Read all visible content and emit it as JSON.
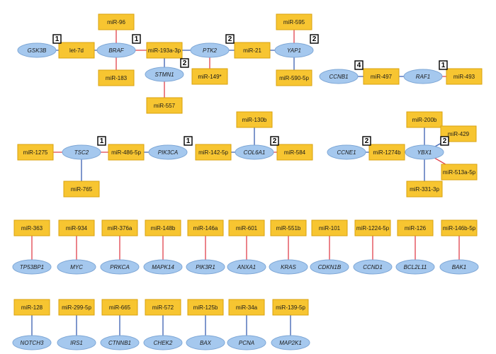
{
  "colors": {
    "mirna_fill": "#f7c531",
    "gene_fill": "#a5c8ee",
    "edge_red": "#e0404a",
    "edge_blue": "#3a5fb0"
  },
  "nodes": [
    {
      "id": "GSK3B",
      "kind": "gene",
      "label": "GSK3B"
    },
    {
      "id": "let-7d",
      "kind": "mirna",
      "label": "let-7d"
    },
    {
      "id": "BRAF",
      "kind": "gene",
      "label": "BRAF"
    },
    {
      "id": "miR-96",
      "kind": "mirna",
      "label": "miR-96"
    },
    {
      "id": "miR-183",
      "kind": "mirna",
      "label": "miR-183"
    },
    {
      "id": "miR-193a-3p",
      "kind": "mirna",
      "label": "miR-193a-3p"
    },
    {
      "id": "STMN1",
      "kind": "gene",
      "label": "STMN1"
    },
    {
      "id": "miR-557",
      "kind": "mirna",
      "label": "miR-557"
    },
    {
      "id": "PTK2",
      "kind": "gene",
      "label": "PTK2"
    },
    {
      "id": "miR-149*",
      "kind": "mirna",
      "label": "miR-149*"
    },
    {
      "id": "miR-21",
      "kind": "mirna",
      "label": "miR-21"
    },
    {
      "id": "YAP1",
      "kind": "gene",
      "label": "YAP1"
    },
    {
      "id": "miR-595",
      "kind": "mirna",
      "label": "miR-595"
    },
    {
      "id": "miR-590-5p",
      "kind": "mirna",
      "label": "miR-590-5p"
    },
    {
      "id": "CCNB1",
      "kind": "gene",
      "label": "CCNB1"
    },
    {
      "id": "miR-497",
      "kind": "mirna",
      "label": "miR-497"
    },
    {
      "id": "RAF1",
      "kind": "gene",
      "label": "RAF1"
    },
    {
      "id": "miR-493",
      "kind": "mirna",
      "label": "miR-493"
    },
    {
      "id": "miR-1275",
      "kind": "mirna",
      "label": "miR-1275"
    },
    {
      "id": "TSC2",
      "kind": "gene",
      "label": "TSC2"
    },
    {
      "id": "miR-486-5p",
      "kind": "mirna",
      "label": "miR-486-5p"
    },
    {
      "id": "PIK3CA",
      "kind": "gene",
      "label": "PIK3CA"
    },
    {
      "id": "miR-765",
      "kind": "mirna",
      "label": "miR-765"
    },
    {
      "id": "miR-130b",
      "kind": "mirna",
      "label": "miR-130b"
    },
    {
      "id": "miR-142-5p",
      "kind": "mirna",
      "label": "miR-142-5p"
    },
    {
      "id": "COL6A1",
      "kind": "gene",
      "label": "COL6A1"
    },
    {
      "id": "miR-584",
      "kind": "mirna",
      "label": "miR-584"
    },
    {
      "id": "miR-200b",
      "kind": "mirna",
      "label": "miR-200b"
    },
    {
      "id": "CCNE1",
      "kind": "gene",
      "label": "CCNE1"
    },
    {
      "id": "miR-1274b",
      "kind": "mirna",
      "label": "miR-1274b"
    },
    {
      "id": "YBX1",
      "kind": "gene",
      "label": "YBX1"
    },
    {
      "id": "miR-429",
      "kind": "mirna",
      "label": "miR-429"
    },
    {
      "id": "miR-513a-5p",
      "kind": "mirna",
      "label": "miR-513a-5p"
    },
    {
      "id": "miR-331-3p",
      "kind": "mirna",
      "label": "miR-331-3p"
    },
    {
      "id": "miR-363",
      "kind": "mirna",
      "label": "miR-363"
    },
    {
      "id": "TP53BP1",
      "kind": "gene",
      "label": "TP53BP1"
    },
    {
      "id": "miR-934",
      "kind": "mirna",
      "label": "miR-934"
    },
    {
      "id": "MYC",
      "kind": "gene",
      "label": "MYC"
    },
    {
      "id": "miR-376a",
      "kind": "mirna",
      "label": "miR-376a"
    },
    {
      "id": "PRKCA",
      "kind": "gene",
      "label": "PRKCA"
    },
    {
      "id": "miR-148b",
      "kind": "mirna",
      "label": "miR-148b"
    },
    {
      "id": "MAPK14",
      "kind": "gene",
      "label": "MAPK14"
    },
    {
      "id": "miR-146a",
      "kind": "mirna",
      "label": "miR-146a"
    },
    {
      "id": "PIK3R1",
      "kind": "gene",
      "label": "PIK3R1"
    },
    {
      "id": "miR-601",
      "kind": "mirna",
      "label": "miR-601"
    },
    {
      "id": "ANXA1",
      "kind": "gene",
      "label": "ANXA1"
    },
    {
      "id": "miR-551b",
      "kind": "mirna",
      "label": "miR-551b"
    },
    {
      "id": "KRAS",
      "kind": "gene",
      "label": "KRAS"
    },
    {
      "id": "miR-101",
      "kind": "mirna",
      "label": "miR-101"
    },
    {
      "id": "CDKN1B",
      "kind": "gene",
      "label": "CDKN1B"
    },
    {
      "id": "miR-1224-5p",
      "kind": "mirna",
      "label": "miR-1224-5p"
    },
    {
      "id": "CCND1",
      "kind": "gene",
      "label": "CCND1"
    },
    {
      "id": "miR-126",
      "kind": "mirna",
      "label": "miR-126"
    },
    {
      "id": "BCL2L11",
      "kind": "gene",
      "label": "BCL2L11"
    },
    {
      "id": "miR-146b-5p",
      "kind": "mirna",
      "label": "miR-146b-5p"
    },
    {
      "id": "BAK1",
      "kind": "gene",
      "label": "BAK1"
    },
    {
      "id": "miR-128",
      "kind": "mirna",
      "label": "miR-128"
    },
    {
      "id": "NOTCH3",
      "kind": "gene",
      "label": "NOTCH3"
    },
    {
      "id": "miR-299-5p",
      "kind": "mirna",
      "label": "miR-299-5p"
    },
    {
      "id": "IRS1",
      "kind": "gene",
      "label": "IRS1"
    },
    {
      "id": "miR-665",
      "kind": "mirna",
      "label": "miR-665"
    },
    {
      "id": "CTNNB1",
      "kind": "gene",
      "label": "CTNNB1"
    },
    {
      "id": "miR-572",
      "kind": "mirna",
      "label": "miR-572"
    },
    {
      "id": "CHEK2",
      "kind": "gene",
      "label": "CHEK2"
    },
    {
      "id": "miR-125b",
      "kind": "mirna",
      "label": "miR-125b"
    },
    {
      "id": "BAX",
      "kind": "gene",
      "label": "BAX"
    },
    {
      "id": "miR-34a",
      "kind": "mirna",
      "label": "miR-34a"
    },
    {
      "id": "PCNA",
      "kind": "gene",
      "label": "PCNA"
    },
    {
      "id": "miR-139-5p",
      "kind": "mirna",
      "label": "miR-139-5p"
    },
    {
      "id": "MAP2K1",
      "kind": "gene",
      "label": "MAP2K1"
    }
  ],
  "edges": [
    {
      "source": "GSK3B",
      "target": "let-7d",
      "color": "blue"
    },
    {
      "source": "let-7d",
      "target": "BRAF",
      "color": "blue"
    },
    {
      "source": "miR-96",
      "target": "BRAF",
      "color": "red"
    },
    {
      "source": "BRAF",
      "target": "miR-183",
      "color": "red"
    },
    {
      "source": "BRAF",
      "target": "miR-193a-3p",
      "color": "red"
    },
    {
      "source": "miR-193a-3p",
      "target": "STMN1",
      "color": "blue"
    },
    {
      "source": "miR-193a-3p",
      "target": "PTK2",
      "color": "blue"
    },
    {
      "source": "STMN1",
      "target": "miR-557",
      "color": "red"
    },
    {
      "source": "PTK2",
      "target": "miR-149*",
      "color": "red"
    },
    {
      "source": "PTK2",
      "target": "miR-21",
      "color": "blue"
    },
    {
      "source": "miR-21",
      "target": "YAP1",
      "color": "blue"
    },
    {
      "source": "miR-595",
      "target": "YAP1",
      "color": "red"
    },
    {
      "source": "YAP1",
      "target": "miR-590-5p",
      "color": "blue"
    },
    {
      "source": "CCNB1",
      "target": "miR-497",
      "color": "blue"
    },
    {
      "source": "miR-497",
      "target": "RAF1",
      "color": "blue"
    },
    {
      "source": "RAF1",
      "target": "miR-493",
      "color": "red"
    },
    {
      "source": "miR-1275",
      "target": "TSC2",
      "color": "red"
    },
    {
      "source": "TSC2",
      "target": "miR-486-5p",
      "color": "red"
    },
    {
      "source": "miR-486-5p",
      "target": "PIK3CA",
      "color": "blue"
    },
    {
      "source": "TSC2",
      "target": "miR-765",
      "color": "blue"
    },
    {
      "source": "miR-130b",
      "target": "COL6A1",
      "color": "blue"
    },
    {
      "source": "miR-142-5p",
      "target": "COL6A1",
      "color": "blue"
    },
    {
      "source": "COL6A1",
      "target": "miR-584",
      "color": "red"
    },
    {
      "source": "miR-200b",
      "target": "YBX1",
      "color": "blue"
    },
    {
      "source": "CCNE1",
      "target": "miR-1274b",
      "color": "blue"
    },
    {
      "source": "miR-1274b",
      "target": "YBX1",
      "color": "blue"
    },
    {
      "source": "YBX1",
      "target": "miR-429",
      "color": "blue"
    },
    {
      "source": "YBX1",
      "target": "miR-513a-5p",
      "color": "red"
    },
    {
      "source": "YBX1",
      "target": "miR-331-3p",
      "color": "blue"
    },
    {
      "source": "miR-363",
      "target": "TP53BP1",
      "color": "red"
    },
    {
      "source": "miR-934",
      "target": "MYC",
      "color": "red"
    },
    {
      "source": "miR-376a",
      "target": "PRKCA",
      "color": "red"
    },
    {
      "source": "miR-148b",
      "target": "MAPK14",
      "color": "red"
    },
    {
      "source": "miR-146a",
      "target": "PIK3R1",
      "color": "red"
    },
    {
      "source": "miR-601",
      "target": "ANXA1",
      "color": "red"
    },
    {
      "source": "miR-551b",
      "target": "KRAS",
      "color": "red"
    },
    {
      "source": "miR-101",
      "target": "CDKN1B",
      "color": "red"
    },
    {
      "source": "miR-1224-5p",
      "target": "CCND1",
      "color": "red"
    },
    {
      "source": "miR-126",
      "target": "BCL2L11",
      "color": "red"
    },
    {
      "source": "miR-146b-5p",
      "target": "BAK1",
      "color": "red"
    },
    {
      "source": "miR-128",
      "target": "NOTCH3",
      "color": "blue"
    },
    {
      "source": "miR-299-5p",
      "target": "IRS1",
      "color": "blue"
    },
    {
      "source": "miR-665",
      "target": "CTNNB1",
      "color": "blue"
    },
    {
      "source": "miR-572",
      "target": "CHEK2",
      "color": "blue"
    },
    {
      "source": "miR-125b",
      "target": "BAX",
      "color": "blue"
    },
    {
      "source": "miR-34a",
      "target": "PCNA",
      "color": "blue"
    },
    {
      "source": "miR-139-5p",
      "target": "MAP2K1",
      "color": "blue"
    }
  ],
  "badges": [
    {
      "node": "GSK3B",
      "value": "1"
    },
    {
      "node": "BRAF",
      "value": "1"
    },
    {
      "node": "STMN1",
      "value": "2"
    },
    {
      "node": "PTK2",
      "value": "2"
    },
    {
      "node": "YAP1",
      "value": "2"
    },
    {
      "node": "CCNB1",
      "value": "4"
    },
    {
      "node": "RAF1",
      "value": "1"
    },
    {
      "node": "TSC2",
      "value": "1"
    },
    {
      "node": "PIK3CA",
      "value": "1"
    },
    {
      "node": "COL6A1",
      "value": "2"
    },
    {
      "node": "CCNE1",
      "value": "2"
    },
    {
      "node": "YBX1",
      "value": "2"
    }
  ]
}
